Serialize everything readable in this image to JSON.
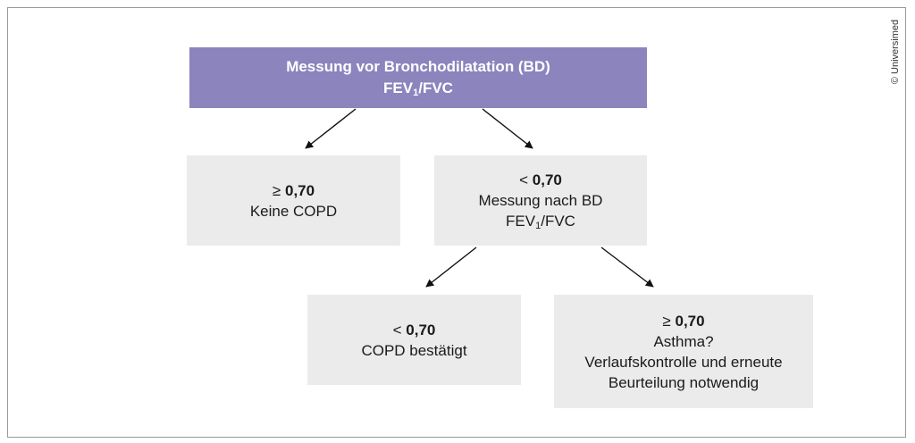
{
  "top": {
    "line1": "Messung vor Bronchodilatation (BD)",
    "line2_pre": "FEV",
    "line2_sub": "1",
    "line2_post": "/FVC"
  },
  "left": {
    "op": "≥",
    "value": "0,70",
    "text": "Keine COPD"
  },
  "middle": {
    "op": "<",
    "value": "0,70",
    "line2": "Messung nach BD",
    "line3_pre": "FEV",
    "line3_sub": "1",
    "line3_post": "/FVC"
  },
  "bottom_left": {
    "op": "<",
    "value": "0,70",
    "text": "COPD bestätigt"
  },
  "bottom_right": {
    "op": "≥",
    "value": "0,70",
    "line2": "Asthma?",
    "line3": "Verlaufskontrolle und erneute",
    "line4": "Beurteilung notwendig"
  },
  "credit": "© Universimed",
  "colors": {
    "header_fill": "#8b84bd",
    "box_fill": "#ebebeb"
  }
}
